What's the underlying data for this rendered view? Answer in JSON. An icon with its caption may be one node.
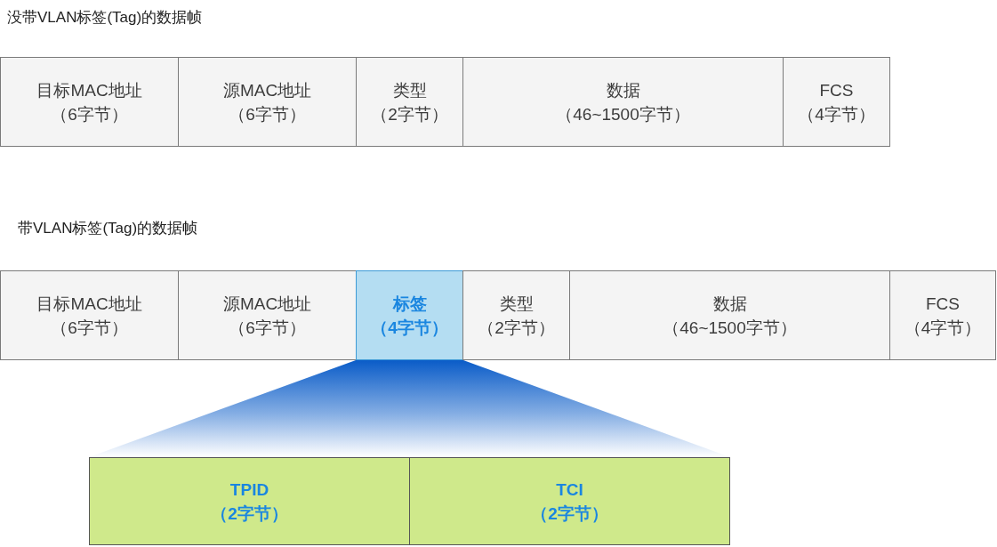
{
  "diagram": {
    "nodes": [
      {
        "text": [
          "目标MAC地址",
          "（6字节）"
        ]
      },
      {
        "text": [
          "源MAC地址",
          "（6字节）"
        ]
      },
      {
        "text": [
          "类型",
          "（2字节）"
        ]
      },
      {
        "text": [
          "数据",
          "（46~1500字节）"
        ]
      },
      {
        "text": [
          "FCS",
          "（4字节）"
        ]
      },
      {
        "text": [
          "目标MAC地址",
          "（6字节）"
        ]
      },
      {
        "text": [
          "源MAC地址",
          "（6字节）"
        ]
      },
      {
        "text": [
          "标签",
          "（4字节）"
        ]
      },
      {
        "text": [
          "类型",
          "（2字节）"
        ]
      },
      {
        "text": [
          "数据",
          "（46~1500字节）"
        ]
      },
      {
        "text": [
          "FCS",
          "（4字节）"
        ]
      },
      {
        "text": [
          "TPID",
          "（2字节）"
        ]
      },
      {
        "text": [
          "TCI",
          "（2字节）"
        ]
      }
    ],
    "edges": [
      {
        "from": 7,
        "to": 11,
        "arrow": "none"
      },
      {
        "from": 7,
        "to": 12,
        "arrow": "none"
      }
    ],
    "labels": [
      "没带VLAN标签(Tag)的数据帧",
      "带VLAN标签(Tag)的数据帧"
    ]
  }
}
